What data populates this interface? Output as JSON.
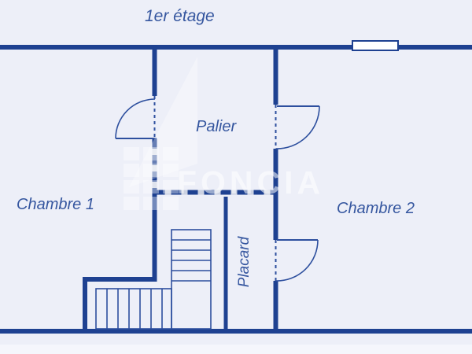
{
  "title": "1er étage",
  "rooms": {
    "chambre1": {
      "label": "Chambre 1"
    },
    "palier": {
      "label": "Palier"
    },
    "chambre2": {
      "label": "Chambre 2"
    },
    "placard": {
      "label": "Placard"
    }
  },
  "watermark": {
    "text": "FONCIA"
  },
  "features": {
    "window_count": "1",
    "door_count": "3",
    "staircase": "winder staircase bottom-center"
  },
  "colors": {
    "background": "#edeff8",
    "wall": "#1e4191",
    "line": "#2d4f9e",
    "label_text": "#35569f",
    "dash_base": "#ccd2e2",
    "window_fill": "#ffffff",
    "bottom_strip": "#f5f6fc"
  }
}
